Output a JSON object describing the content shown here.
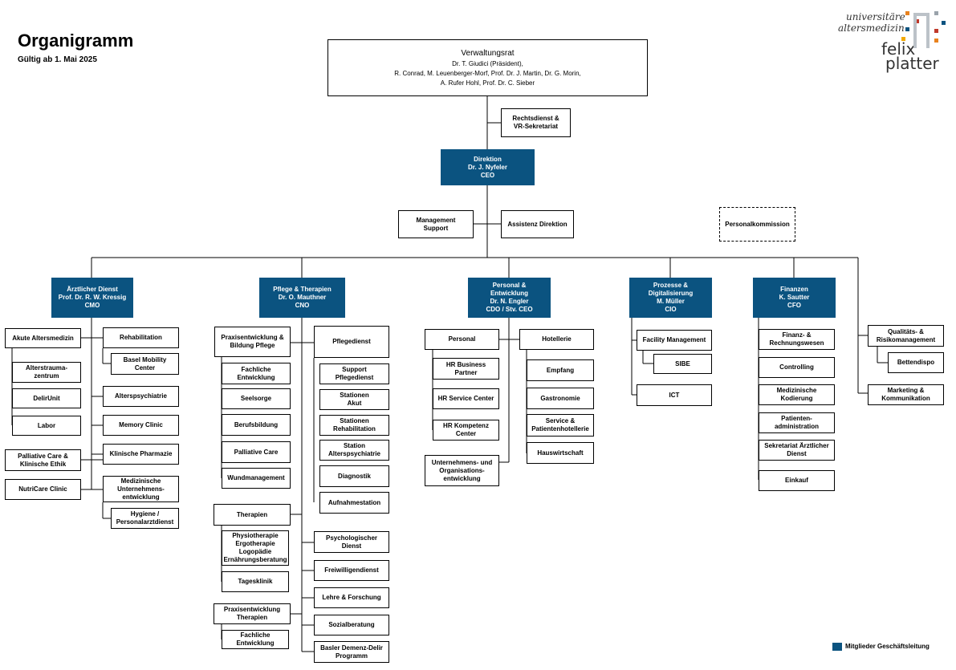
{
  "header": {
    "title": "Organigramm",
    "valid_from": "Gültig ab 1. Mai 2025"
  },
  "logo": {
    "line1": "universitäre",
    "line2": "altersmedizin",
    "line3": "felix",
    "line4": "platter",
    "colors": [
      "#e8821e",
      "#c0392b",
      "#0b5380",
      "#f2a900",
      "#9aa3ab"
    ]
  },
  "verwaltungsrat": {
    "title": "Verwaltungsrat",
    "members": "Dr. T. Giudici (Präsident),\nR. Conrad, M. Leuenberger-Morf, Prof. Dr. J. Martin, Dr. G. Morin,\nA. Rufer Hohl, Prof. Dr. C. Sieber"
  },
  "staff": {
    "rechtsdienst": "Rechtsdienst &\nVR-Sekretariat",
    "direktion": "Direktion\nDr. J. Nyfeler\nCEO",
    "management_support": "Management\nSupport",
    "assistenz": "Assistenz Direktion",
    "personalkommission": "Personalkommission"
  },
  "departments": {
    "aerztlicher_dienst": "Ärztlicher Dienst\nProf. Dr. R. W. Kressig\nCMO",
    "pflege": "Pflege & Therapien\nDr. O. Mauthner\nCNO",
    "personal": "Personal &\nEntwicklung\nDr. N. Engler\nCDO / Stv. CEO",
    "prozesse": "Prozesse &\nDigitalisierung\nM. Müller\nCIO",
    "finanzen": "Finanzen\nK. Sautter\nCFO"
  },
  "aerztlich_units": {
    "akute": "Akute Altersmedizin",
    "alterstrauma": "Alterstrauma-\nzentrum",
    "delirunit": "DelirUnit",
    "labor": "Labor",
    "palliative": "Palliative Care &\nKlinische Ethik",
    "nutricare": "NutriCare Clinic",
    "rehabilitation": "Rehabilitation",
    "basel_mobility": "Basel Mobility\nCenter",
    "alterspsychiatrie": "Alterspsychiatrie",
    "memory": "Memory Clinic",
    "pharmazie": "Klinische Pharmazie",
    "med_unternehmen": "Medizinische\nUnternehmens-\nentwicklung",
    "hygiene": "Hygiene /\nPersonalarztdienst"
  },
  "pflege_units": {
    "praxis_pflege": "Praxisentwicklung &\nBildung Pflege",
    "fachliche1": "Fachliche\nEntwicklung",
    "seelsorge": "Seelsorge",
    "berufsbildung": "Berufsbildung",
    "palliative": "Palliative Care",
    "wund": "Wundmanagement",
    "therapien": "Therapien",
    "physio": "Physiotherapie\nErgotherapie\nLogopädie\nErnährungsberatung",
    "tagesklinik": "Tagesklinik",
    "praxis_therapien": "Praxisentwicklung\nTherapien",
    "fachliche2": "Fachliche\nEntwicklung",
    "pflegedienst": "Pflegedienst",
    "support": "Support\nPflegedienst",
    "akut": "Stationen\nAkut",
    "reha": "Stationen\nRehabilitation",
    "station_ap": "Station\nAlterspsychiatrie",
    "diagnostik": "Diagnostik",
    "aufnahme": "Aufnahmestation",
    "psycho": "Psychologischer\nDienst",
    "freiwillig": "Freiwilligendienst",
    "lehre": "Lehre & Forschung",
    "sozial": "Sozialberatung",
    "demenz": "Basler Demenz-Delir\nProgramm"
  },
  "personal_units": {
    "personal": "Personal",
    "hr_bp": "HR Business\nPartner",
    "hr_sc": "HR Service Center",
    "hr_kc": "HR Kompetenz\nCenter",
    "unternehmen": "Unternehmens- und\nOrganisations-\nentwicklung",
    "hotellerie": "Hotellerie",
    "empfang": "Empfang",
    "gastro": "Gastronomie",
    "service": "Service &\nPatientenhotellerie",
    "hauswirtschaft": "Hauswirtschaft"
  },
  "prozesse_units": {
    "facility": "Facility Management",
    "sibe": "SIBE",
    "ict": "ICT"
  },
  "finanzen_units": {
    "finanz": "Finanz- &\nRechnungswesen",
    "controlling": "Controlling",
    "kodierung": "Medizinische\nKodierung",
    "patienten": "Patienten-\nadministration",
    "sekretariat": "Sekretariat Ärztlicher\nDienst",
    "einkauf": "Einkauf",
    "qualitaet": "Qualitäts- &\nRisikomanagement",
    "bettendispo": "Bettendispo",
    "marketing": "Marketing &\nKommunikation"
  },
  "legend": {
    "label": "Mitglieder Geschäftsleitung",
    "color": "#0b5380"
  }
}
